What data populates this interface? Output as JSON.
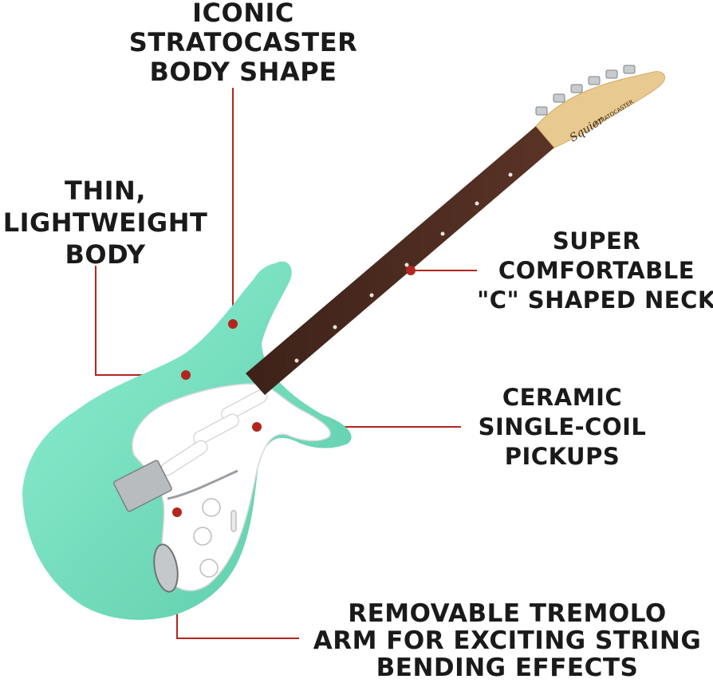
{
  "callouts": {
    "body_shape": [
      "ICONIC",
      "STRATOCASTER",
      "BODY SHAPE"
    ],
    "thin_body": [
      "THIN,",
      "LIGHTWEIGHT",
      "BODY"
    ],
    "neck": [
      "SUPER",
      "COMFORTABLE",
      "\"C\" SHAPED NECK"
    ],
    "pickups": [
      "CERAMIC",
      "SINGLE-COIL",
      "PICKUPS"
    ],
    "tremolo": [
      "REMOVABLE TREMOLO",
      "ARM FOR EXCITING STRING",
      "BENDING EFFECTS"
    ]
  },
  "headstock": {
    "brand": "Squier",
    "model": "STRATOCASTER"
  },
  "colors": {
    "body": "#7fe3c4",
    "body_shadow": "#5cc9a9",
    "pickguard": "#ffffff",
    "fretboard": "#4a2a20",
    "neck_maple": "#e8c98f",
    "callout_line": "#b3261e",
    "text": "#1a1a1a"
  }
}
